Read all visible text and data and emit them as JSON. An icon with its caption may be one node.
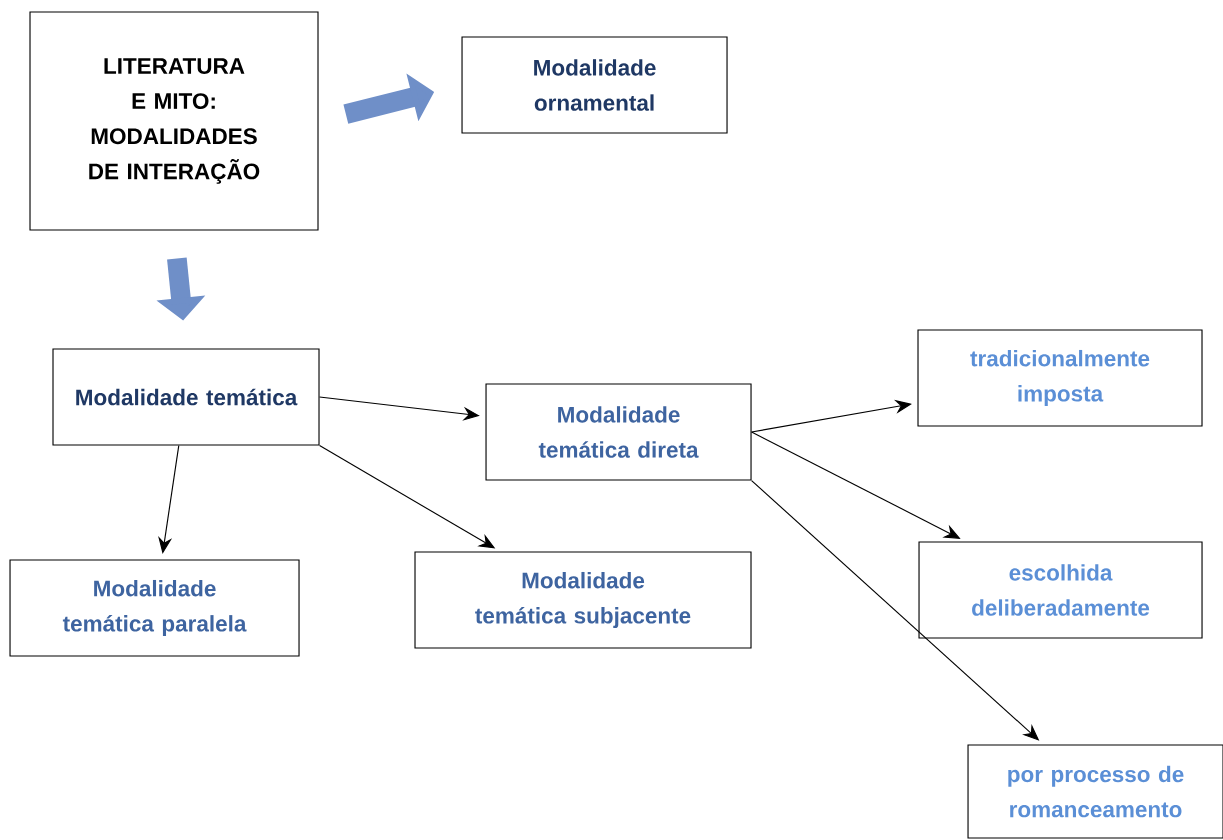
{
  "diagram": {
    "nodes": [
      {
        "text": [
          "LITERATURA E MITO: MODALIDADES DE INTERAÇÃO"
        ]
      },
      {
        "text": [
          "Modalidade ornamental"
        ]
      },
      {
        "text": [
          "Modalidade temática"
        ]
      },
      {
        "text": [
          "Modalidade temática direta"
        ]
      },
      {
        "text": [
          "tradicionalmente imposta"
        ]
      },
      {
        "text": [
          "Modalidade temática paralela"
        ]
      },
      {
        "text": [
          "Modalidade temática subjacente"
        ]
      },
      {
        "text": [
          "escolhida deliberadamente"
        ]
      },
      {
        "text": [
          "por processo de romanceamento"
        ]
      }
    ],
    "edges": [
      {
        "from": 0,
        "to": 1,
        "arrow": "to",
        "style": "thick",
        "color": "#6f8fc8"
      },
      {
        "from": 0,
        "to": 2,
        "arrow": "to",
        "style": "thick",
        "color": "#6f8fc8"
      },
      {
        "from": 2,
        "to": 3,
        "arrow": "to"
      },
      {
        "from": 2,
        "to": 5,
        "arrow": "to"
      },
      {
        "from": 2,
        "to": 6,
        "arrow": "to"
      },
      {
        "from": 3,
        "to": 4,
        "arrow": "to"
      },
      {
        "from": 3,
        "to": 7,
        "arrow": "to"
      },
      {
        "from": 3,
        "to": 8,
        "arrow": "to"
      }
    ]
  }
}
